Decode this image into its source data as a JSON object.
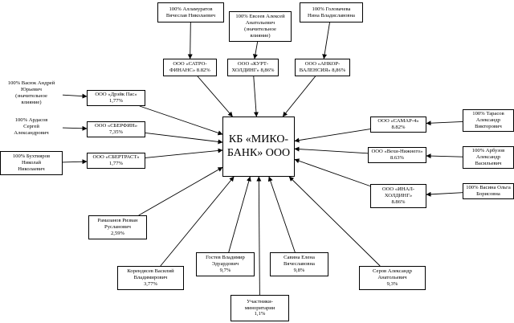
{
  "diagram": {
    "nodes": [
      {
        "id": "allamuratov",
        "lines": [
          "100% Алламуратов",
          "Вячеслав Николаевич"
        ],
        "plain": false
      },
      {
        "id": "evseev",
        "lines": [
          "100% Евсеев Алексей",
          "Анатольевич",
          "(значительное",
          "влияние)"
        ],
        "plain": false
      },
      {
        "id": "golovacheva",
        "lines": [
          "100% Головачева",
          "Нина Владиславовна"
        ],
        "plain": false
      },
      {
        "id": "satro",
        "lines": [
          "ООО «САТРО-",
          "ФИНАНС» 8.82%"
        ],
        "plain": false
      },
      {
        "id": "kurt",
        "lines": [
          "ООО «КУРТ-",
          "ХОЛДИНГ» 8,86%"
        ],
        "plain": false
      },
      {
        "id": "ankor",
        "lines": [
          "ООО «АНКОР-",
          "ВАЛЕНСИЯ» 8,86%"
        ],
        "plain": false
      },
      {
        "id": "vasyuk",
        "lines": [
          "100% Васюк Андрей",
          "Юрьевич",
          "(значительное",
          "влияние)"
        ],
        "plain": true
      },
      {
        "id": "ardasov",
        "lines": [
          "100% Ардасов",
          "Сергей",
          "Александрович"
        ],
        "plain": true
      },
      {
        "id": "bukhtiyarov",
        "lines": [
          "100% Бухтияров",
          "Николай",
          "Николаевич"
        ],
        "plain": false
      },
      {
        "id": "dreyk",
        "lines": [
          "ООО «Дрэйк Пас»",
          "1,77%"
        ],
        "plain": false
      },
      {
        "id": "sberfin",
        "lines": [
          "ООО «СБЕРФИН»",
          "7,35%"
        ],
        "plain": false
      },
      {
        "id": "sbertrast",
        "lines": [
          "ООО «СБЕРТРАСТ»",
          "1,77%"
        ],
        "plain": false
      },
      {
        "id": "miko",
        "lines": [
          "КБ «МИКО-",
          "БАНК» ООО"
        ],
        "plain": false
      },
      {
        "id": "samar",
        "lines": [
          "ООО «САМАР-4»",
          "8.82%"
        ],
        "plain": false
      },
      {
        "id": "vekhi",
        "lines": [
          "ООО «Вехи-Нижнего»",
          "8.63%"
        ],
        "plain": false
      },
      {
        "id": "inal",
        "lines": [
          "ООО «ИНАЛ-",
          "ХОЛДИНГ»",
          "8.86%"
        ],
        "plain": false
      },
      {
        "id": "tarasov",
        "lines": [
          "100% Тарасов",
          "Александр",
          "Викторович"
        ],
        "plain": false
      },
      {
        "id": "arbuzov",
        "lines": [
          "100% Арбузов",
          "Александр",
          "Васильевич"
        ],
        "plain": false
      },
      {
        "id": "vasina",
        "lines": [
          "100% Васина Ольга",
          "Борисовна"
        ],
        "plain": false
      },
      {
        "id": "ramazanov",
        "lines": [
          "Рамазанов Ризван",
          "Русланович",
          "2,59%"
        ],
        "plain": false
      },
      {
        "id": "korendyasev",
        "lines": [
          "Корендясев Василий",
          "Владимирович",
          "3,77%"
        ],
        "plain": false
      },
      {
        "id": "gostev",
        "lines": [
          "Гостев Владимир",
          "Эдуардович",
          "9,7%"
        ],
        "plain": false
      },
      {
        "id": "savina",
        "lines": [
          "Савина Елена",
          "Вячеславовна",
          "9,8%"
        ],
        "plain": false
      },
      {
        "id": "serov",
        "lines": [
          "Серов Александр",
          "Анатольевич",
          "9,3%"
        ],
        "plain": false
      },
      {
        "id": "minor",
        "lines": [
          "Участники-",
          "миноритарии",
          "1,1%"
        ],
        "plain": false
      }
    ],
    "edges": [
      {
        "from": "allamuratov",
        "to": "satro"
      },
      {
        "from": "evseev",
        "to": "kurt"
      },
      {
        "from": "golovacheva",
        "to": "ankor"
      },
      {
        "from": "vasyuk",
        "to": "dreyk"
      },
      {
        "from": "ardasov",
        "to": "sberfin"
      },
      {
        "from": "bukhtiyarov",
        "to": "sbertrast"
      },
      {
        "from": "tarasov",
        "to": "samar"
      },
      {
        "from": "arbuzov",
        "to": "vekhi"
      },
      {
        "from": "vasina",
        "to": "inal"
      },
      {
        "from": "satro",
        "to": "miko"
      },
      {
        "from": "kurt",
        "to": "miko"
      },
      {
        "from": "ankor",
        "to": "miko"
      },
      {
        "from": "dreyk",
        "to": "miko"
      },
      {
        "from": "sberfin",
        "to": "miko"
      },
      {
        "from": "sbertrast",
        "to": "miko"
      },
      {
        "from": "samar",
        "to": "miko"
      },
      {
        "from": "vekhi",
        "to": "miko"
      },
      {
        "from": "inal",
        "to": "miko"
      },
      {
        "from": "ramazanov",
        "to": "miko"
      },
      {
        "from": "korendyasev",
        "to": "miko"
      },
      {
        "from": "gostev",
        "to": "miko"
      },
      {
        "from": "savina",
        "to": "miko"
      },
      {
        "from": "serov",
        "to": "miko"
      },
      {
        "from": "minor",
        "to": "miko"
      }
    ]
  }
}
